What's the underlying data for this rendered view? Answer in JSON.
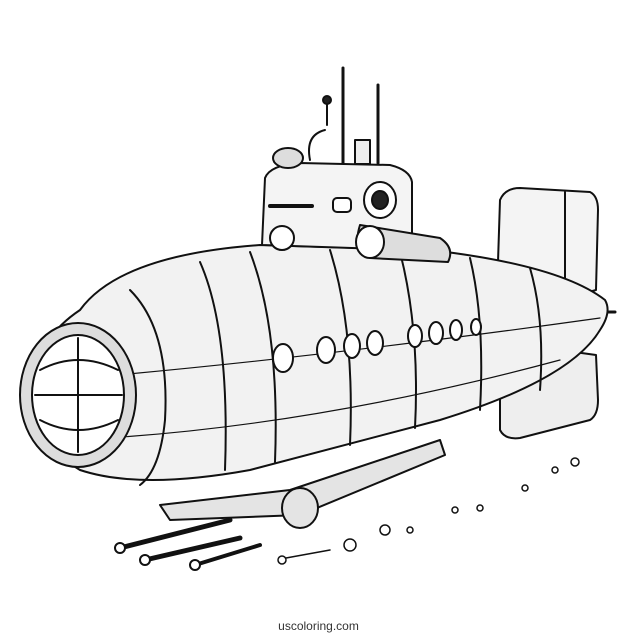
{
  "image": {
    "subject": "submarine",
    "style": "black and white line-art coloring page",
    "background": "#ffffff",
    "line_color": "#111111"
  },
  "watermark": {
    "text": "uscoloring.com"
  }
}
